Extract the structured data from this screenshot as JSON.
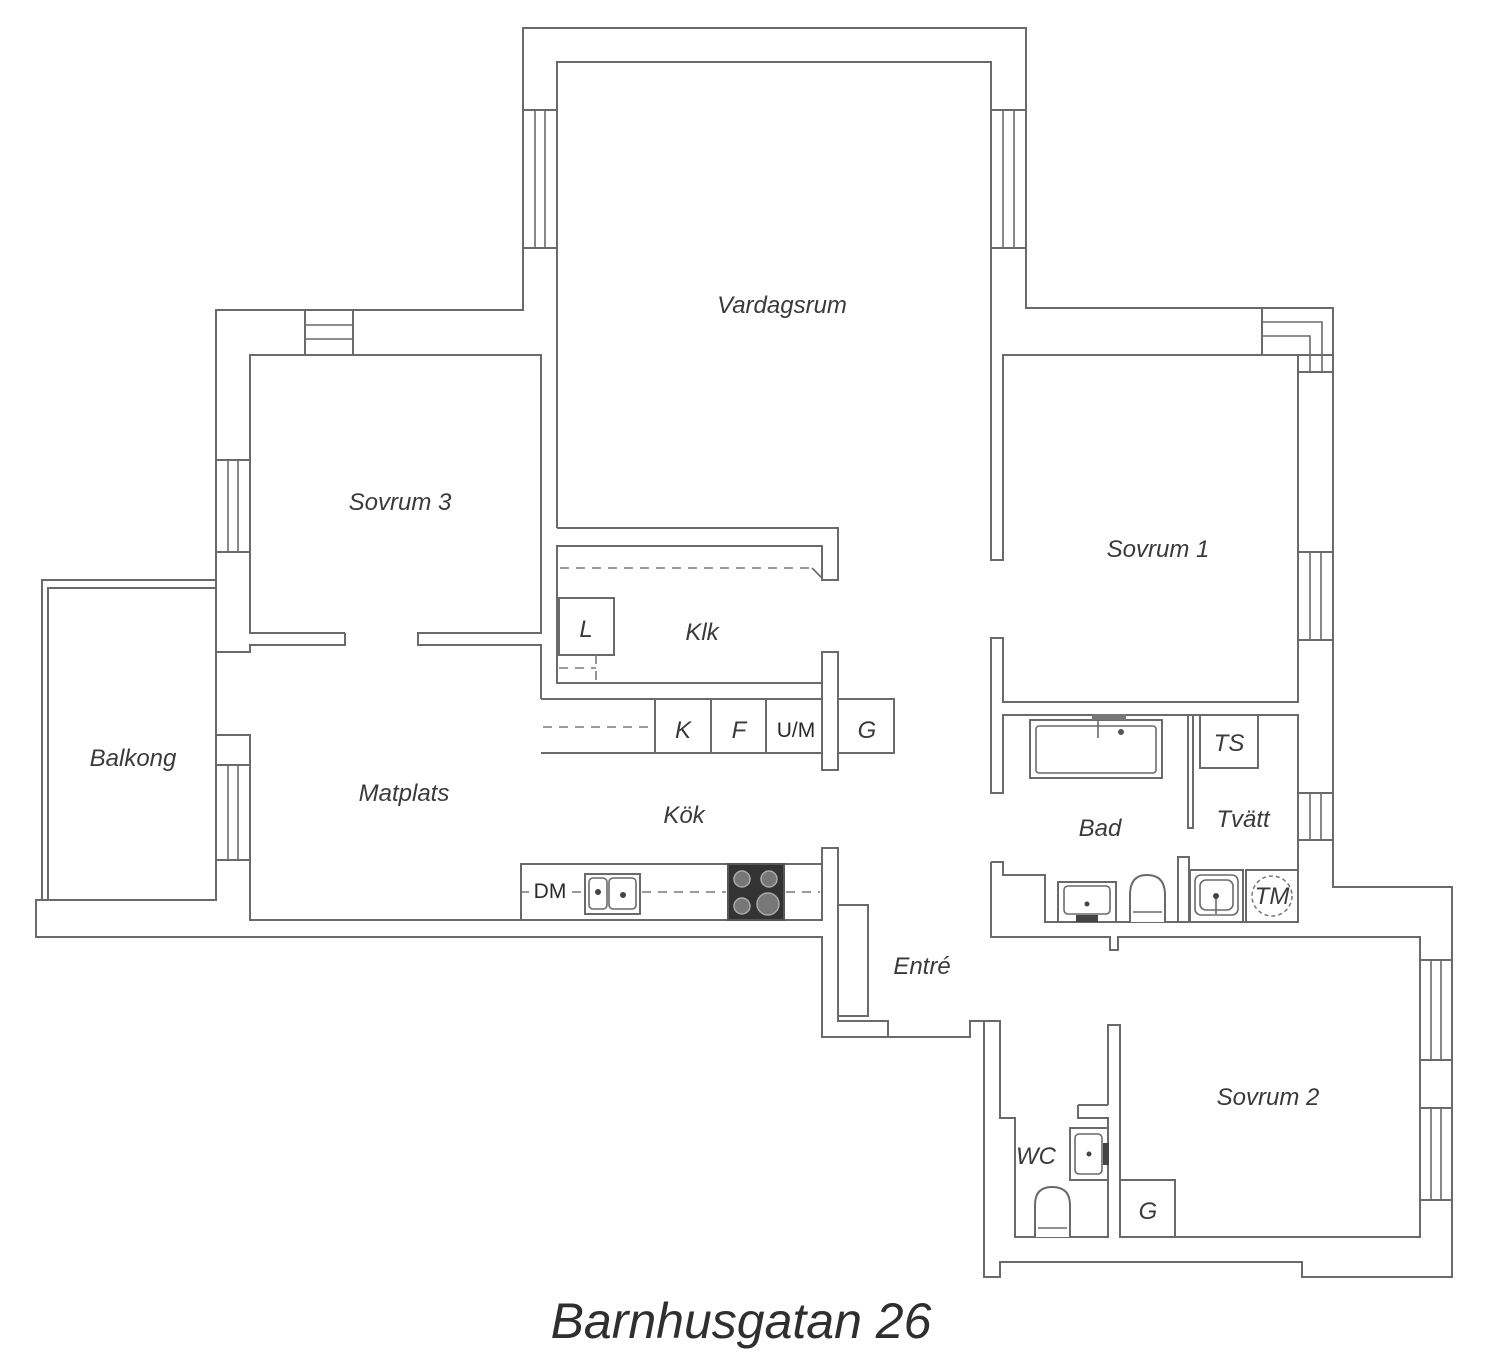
{
  "title": "Barnhusgatan 26",
  "rooms": {
    "vardagsrum": "Vardagsrum",
    "sovrum_3": "Sovrum 3",
    "sovrum_1": "Sovrum 1",
    "sovrum_2": "Sovrum 2",
    "klk": "Klk",
    "balkong": "Balkong",
    "matplats": "Matplats",
    "kok": "Kök",
    "bad": "Bad",
    "tvatt": "Tvätt",
    "entre": "Entré",
    "wc": "WC"
  },
  "fixtures": {
    "klk_l": "L",
    "kitchen_k": "K",
    "kitchen_f": "F",
    "kitchen_um": "U/M",
    "kitchen_g": "G",
    "kitchen_dm": "DM",
    "bad_ts": "TS",
    "tvatt_tm": "TM",
    "sovrum2_g": "G"
  }
}
